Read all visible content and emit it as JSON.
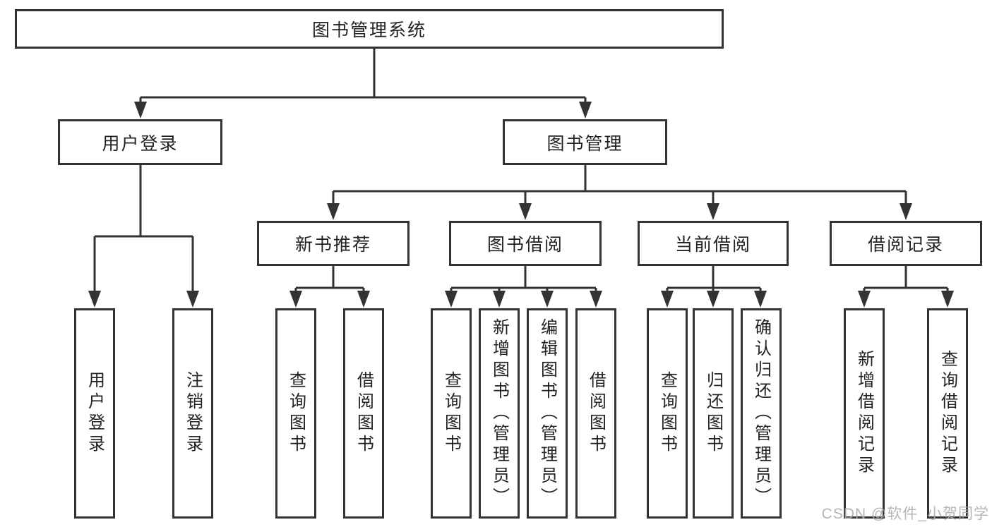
{
  "diagram": {
    "title": "图书管理系统",
    "branches": {
      "user_login": {
        "label": "用户登录",
        "children": [
          {
            "label": "用户登录"
          },
          {
            "label": "注销登录"
          }
        ]
      },
      "book_management": {
        "label": "图书管理",
        "groups": [
          {
            "label": "新书推荐",
            "children": [
              {
                "label": "查询图书"
              },
              {
                "label": "借阅图书"
              }
            ]
          },
          {
            "label": "图书借阅",
            "children": [
              {
                "label": "查询图书"
              },
              {
                "label": "新增图书（管理员）"
              },
              {
                "label": "编辑图书（管理员）"
              },
              {
                "label": "借阅图书"
              }
            ]
          },
          {
            "label": "当前借阅",
            "children": [
              {
                "label": "查询图书"
              },
              {
                "label": "归还图书"
              },
              {
                "label": "确认归还（管理员）"
              }
            ]
          },
          {
            "label": "借阅记录",
            "children": [
              {
                "label": "新增借阅记录"
              },
              {
                "label": "查询借阅记录"
              }
            ]
          }
        ]
      }
    }
  },
  "watermark": {
    "text": "CSDN @软件_小贺同学"
  },
  "colors": {
    "line": "#333333",
    "box_border": "#333333",
    "box_fill": "#ffffff",
    "text": "#222222",
    "watermark": "#a9a9a9",
    "background": "#ffffff"
  }
}
